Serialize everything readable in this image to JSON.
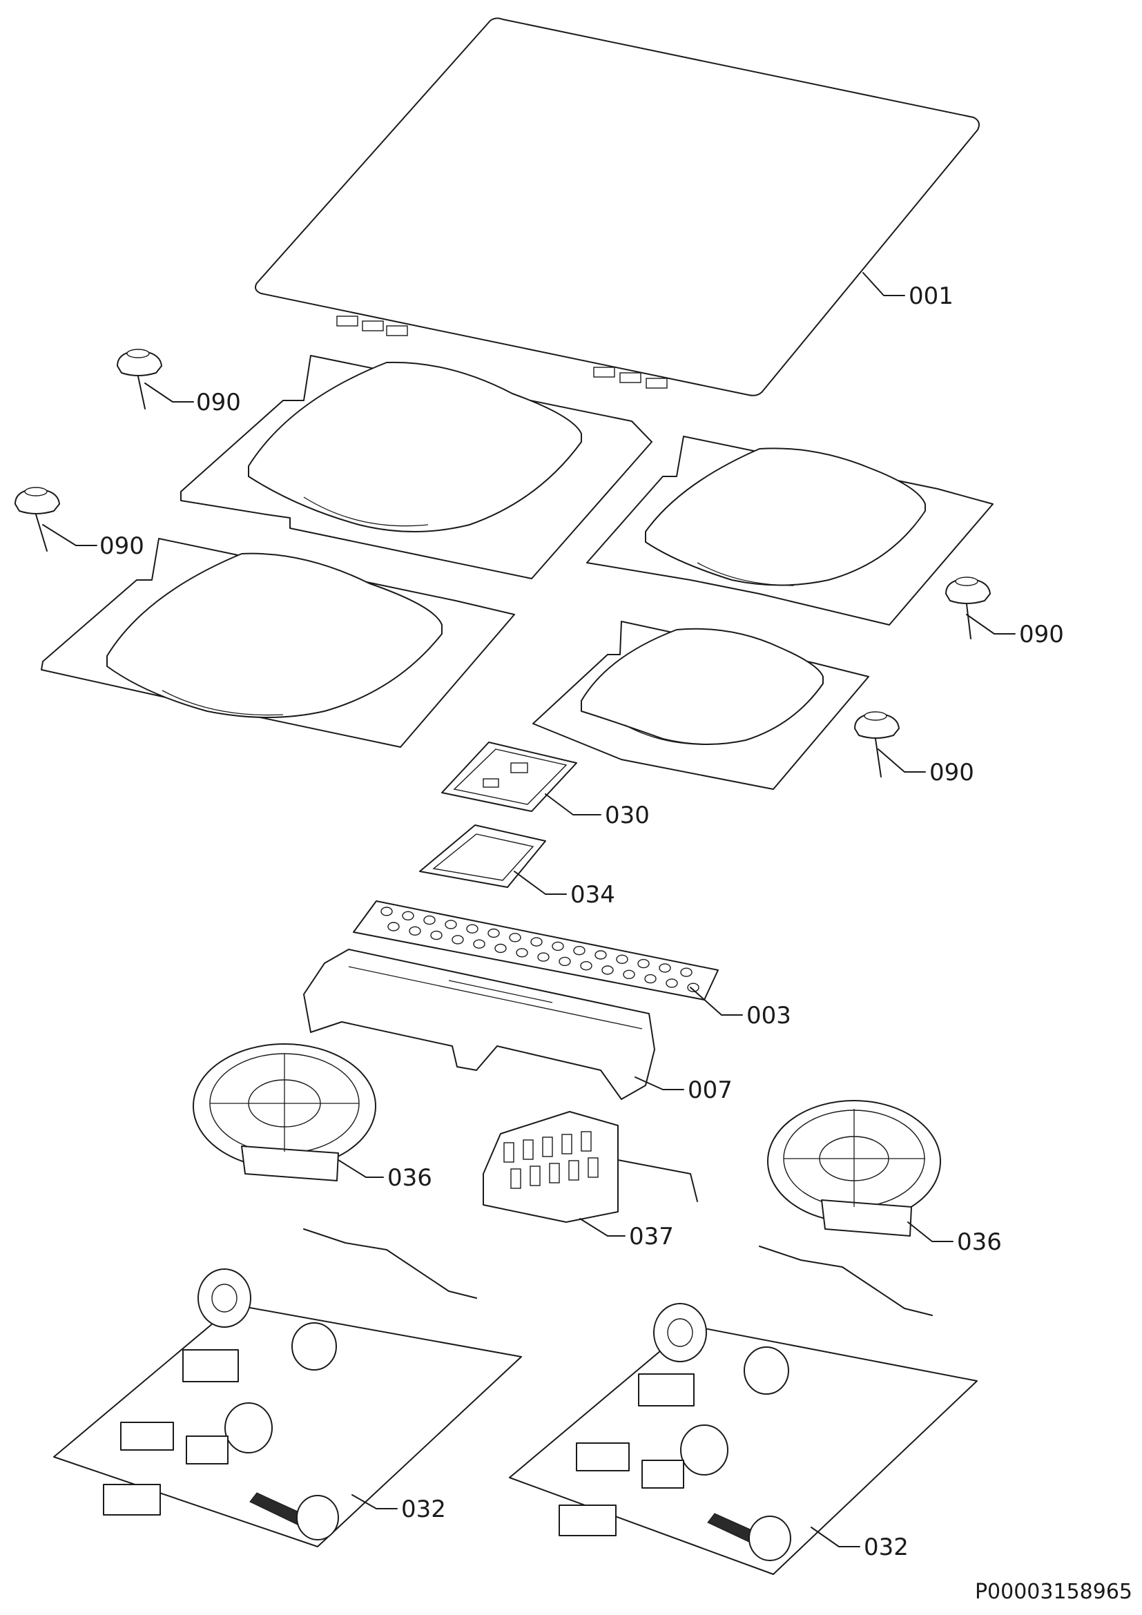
{
  "callouts": [
    {
      "id": "001",
      "label": "001"
    },
    {
      "id": "090",
      "label": "090"
    },
    {
      "id": "030",
      "label": "030"
    },
    {
      "id": "034",
      "label": "034"
    },
    {
      "id": "003",
      "label": "003"
    },
    {
      "id": "007",
      "label": "007"
    },
    {
      "id": "036",
      "label": "036"
    },
    {
      "id": "037",
      "label": "037"
    },
    {
      "id": "032",
      "label": "032"
    }
  ],
  "reference_number": "P00003158965"
}
